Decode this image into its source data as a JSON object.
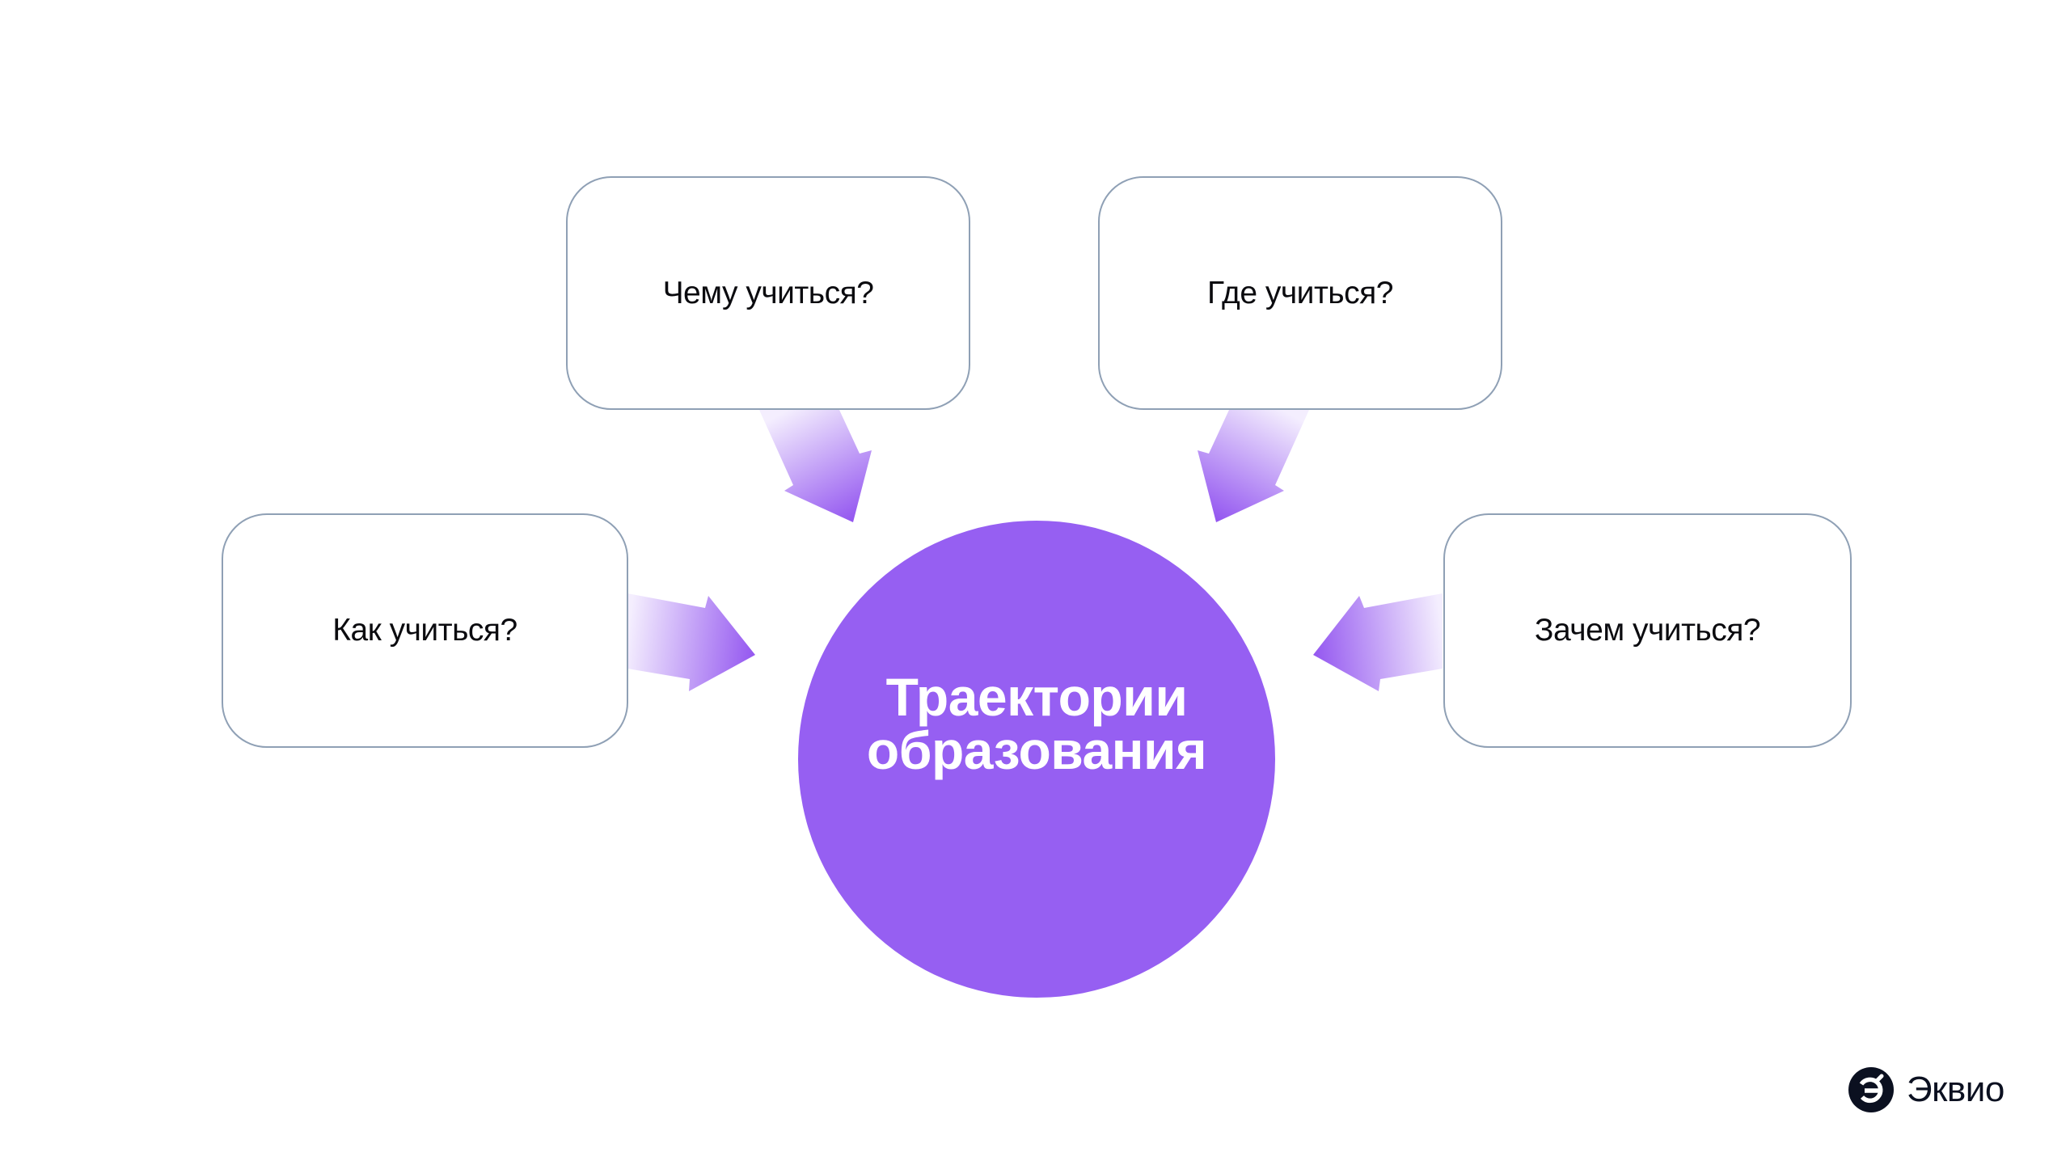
{
  "diagram": {
    "center": {
      "title_line1": "Траектории",
      "title_line2": "образования",
      "color": "#965ff2"
    },
    "nodes": [
      {
        "id": "what",
        "label": "Чему учиться?"
      },
      {
        "id": "where",
        "label": "Где учиться?"
      },
      {
        "id": "how",
        "label": "Как учиться?"
      },
      {
        "id": "why",
        "label": "Зачем учиться?"
      }
    ],
    "arrow_gradient": {
      "from": "#f4eefe",
      "to": "#9457f0"
    },
    "box_border_color": "#8fa0b5"
  },
  "brand": {
    "name": "Эквио",
    "icon": "ekvio-logo-icon",
    "color": "#0b1020"
  }
}
